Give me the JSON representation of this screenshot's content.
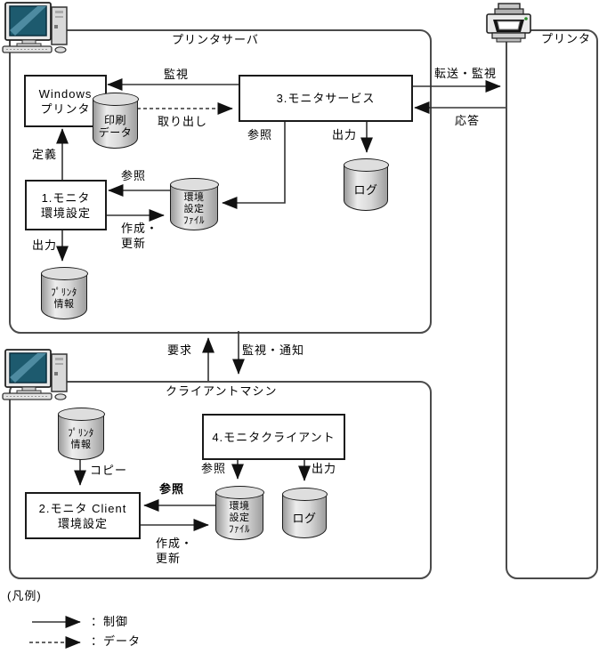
{
  "titles": {
    "server": "プリンタサーバ",
    "client": "クライアントマシン",
    "printer": "プリンタ"
  },
  "nodes": {
    "windows_printer": "Windows\nプリンタ",
    "monitor_service": "3.モニタサービス",
    "monitor_env_config": "1.モニタ\n環境設定",
    "monitor_client_env_config": "2.モニタ Client\n環境設定",
    "monitor_client": "4.モニタクライアント",
    "print_data": "印刷\nデータ",
    "env_config_file_server": "環境\n設定\nﾌｧｲﾙ",
    "log_server": "ログ",
    "printer_info_server": "ﾌﾟﾘﾝﾀ\n情報",
    "printer_info_client": "ﾌﾟﾘﾝﾀ\n情報",
    "env_config_file_client": "環境\n設定\nﾌｧｲﾙ",
    "log_client": "ログ"
  },
  "edges": {
    "monitor": "監視",
    "retrieve": "取り出し",
    "transfer_monitor": "転送・監視",
    "response": "応答",
    "ref_service": "参照",
    "output_service": "出力",
    "define": "定義",
    "ref_1": "参照",
    "create_update_1": "作成・\n更新",
    "output_1": "出力",
    "request": "要求",
    "monitor_notify": "監視・通知",
    "copy": "コピー",
    "ref_2": "参照",
    "create_update_2": "作成・\n更新",
    "ref_4": "参照",
    "output_4": "出力"
  },
  "legend": {
    "title": "(凡例)",
    "control": "：制御",
    "data": "：データ"
  },
  "colors": {
    "line": "#333333",
    "group_border": "#4a4a4a",
    "screen_teal": "#1d5a6e",
    "led_green": "#2a8a2a"
  }
}
